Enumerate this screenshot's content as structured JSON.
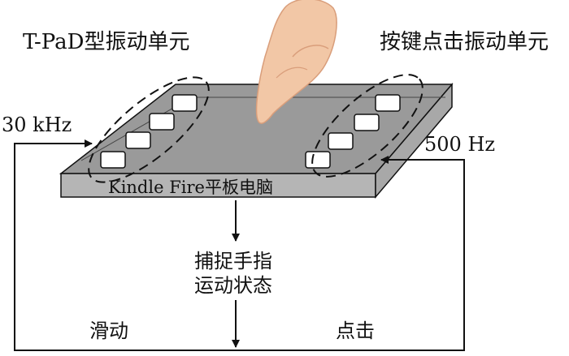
{
  "labels": {
    "tpad_unit": "T-PaD型振动单元",
    "key_unit": "按键点击振动单元",
    "freq_left": "30 kHz",
    "freq_right": "500 Hz",
    "device": "Kindle Fire平板电脑",
    "capture_line1": "捕捉手指",
    "capture_line2": "运动状态",
    "slide": "滑动",
    "click": "点击"
  },
  "colors": {
    "tablet_face": "#9a9a9a",
    "tablet_edge": "#b5b5b5",
    "line": "#111111",
    "finger_skin": "#f2c7a6",
    "finger_shade": "#d99e7b"
  },
  "icons": {
    "finger": "pointing-hand-icon"
  }
}
